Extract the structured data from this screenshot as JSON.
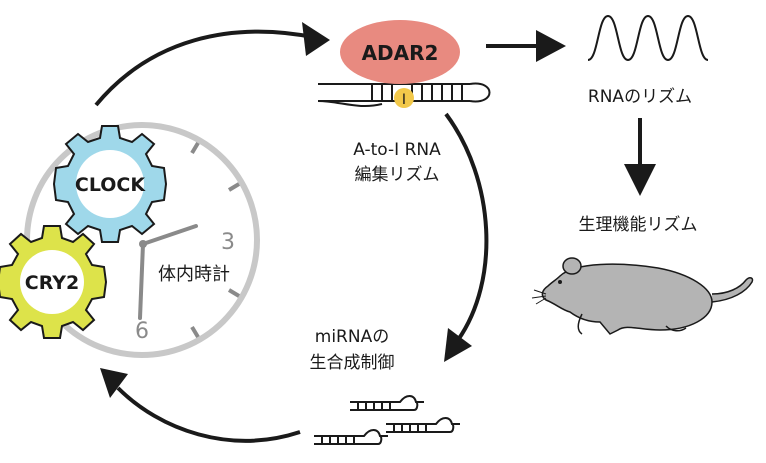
{
  "labels": {
    "adar2": "ADAR2",
    "inosine": "I",
    "editing_line1": "A-to-I RNA",
    "editing_line2": "編集リズム",
    "rna_rhythm": "RNAのリズム",
    "physio_rhythm": "生理機能リズム",
    "mirna_line1": "miRNAの",
    "mirna_line2": "生合成制御",
    "clock": "CLOCK",
    "cry2": "CRY2",
    "body_clock": "体内時計",
    "dial_3": "3",
    "dial_6": "6"
  },
  "colors": {
    "adar2_fill": "#e88a80",
    "inosine_fill": "#f2c84a",
    "clock_gear": "#9fd8ea",
    "cry2_gear": "#dde34a",
    "clock_rim": "#c8c8c8",
    "clock_hands": "#8a8a8a",
    "mouse_body": "#b4b4b4",
    "arrow": "#1a1a1a"
  },
  "icons": {
    "wave": "sine-wave-icon",
    "mouse": "mouse-icon",
    "mirna": "mirna-hairpin-icon"
  }
}
